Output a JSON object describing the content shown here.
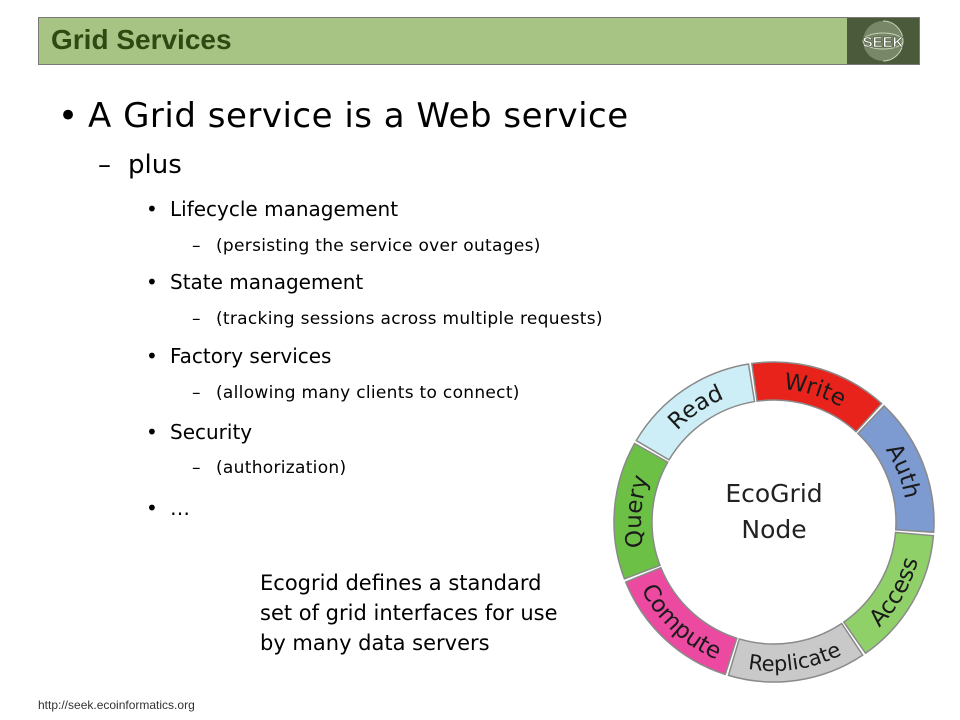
{
  "header": {
    "title": "Grid Services",
    "logo_text": "SEEK"
  },
  "bullets": {
    "main": "A Grid service is a Web service",
    "sub": "plus",
    "items": [
      {
        "label": "Lifecycle management",
        "detail": "(persisting the service over outages)"
      },
      {
        "label": "State management",
        "detail": "(tracking sessions across multiple requests)"
      },
      {
        "label": "Factory services",
        "detail": "(allowing many clients to connect)"
      },
      {
        "label": "Security",
        "detail": "(authorization)"
      },
      {
        "label": "…"
      }
    ]
  },
  "note": {
    "lines": [
      "Ecogrid defines a standard",
      "set of grid interfaces for use",
      "by many data servers"
    ]
  },
  "diagram": {
    "center_lines": [
      "EcoGrid",
      "Node"
    ],
    "segments": [
      {
        "label": "Read",
        "color": "#cdeef6"
      },
      {
        "label": "Write",
        "color": "#e8231c"
      },
      {
        "label": "Auth",
        "color": "#7d9ad1"
      },
      {
        "label": "Access",
        "color": "#8fd069"
      },
      {
        "label": "Replicate",
        "color": "#c9c9c9"
      },
      {
        "label": "Compute",
        "color": "#ec4aa0"
      },
      {
        "label": "Query",
        "color": "#6cc045"
      }
    ]
  },
  "footer": {
    "url": "http://seek.ecoinformatics.org"
  }
}
